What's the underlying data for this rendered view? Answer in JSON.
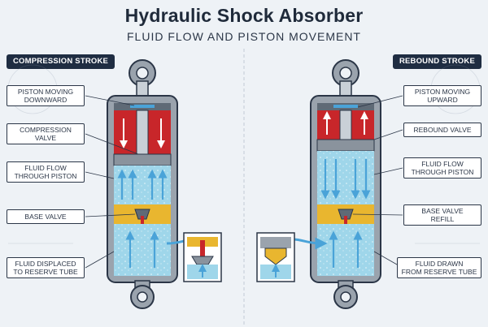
{
  "header": {
    "title": "Hydraulic Shock Absorber",
    "subtitle": "FLUID FLOW AND PISTON MOVEMENT"
  },
  "compression": {
    "stroke_label": "COMPRESSION STROKE",
    "labels": {
      "piston_moving": [
        "PISTON MOVING",
        "DOWNWARD"
      ],
      "compression_valve": [
        "COMPRESSION",
        "VALVE"
      ],
      "fluid_flow": [
        "FLUID FLOW",
        "THROUGH PISTON"
      ],
      "base_valve": [
        "BASE VALVE"
      ],
      "fluid_displaced": [
        "FLUID DISPLACED",
        "TO RESERVE TUBE"
      ]
    }
  },
  "rebound": {
    "stroke_label": "REBOUND STROKE",
    "labels": {
      "piston_moving": [
        "PISTON MOVING",
        "UPWARD"
      ],
      "rebound_valve": [
        "REBOUND VALVE"
      ],
      "fluid_flow": [
        "FLUID FLOW",
        "THROUGH PISTON"
      ],
      "base_valve_refill": [
        "BASE VALVE",
        "REFILL"
      ],
      "fluid_drawn": [
        "FLUID DRAWN",
        "FROM RESERVE TUBE"
      ]
    }
  },
  "colors": {
    "high_pressure": "#c8262a",
    "fluid": "#9fd6ea",
    "base_fluid": "#e9b62f",
    "metal": "#9aa3ad",
    "outline": "#2b3647",
    "arrow": "#4aa3d8"
  }
}
